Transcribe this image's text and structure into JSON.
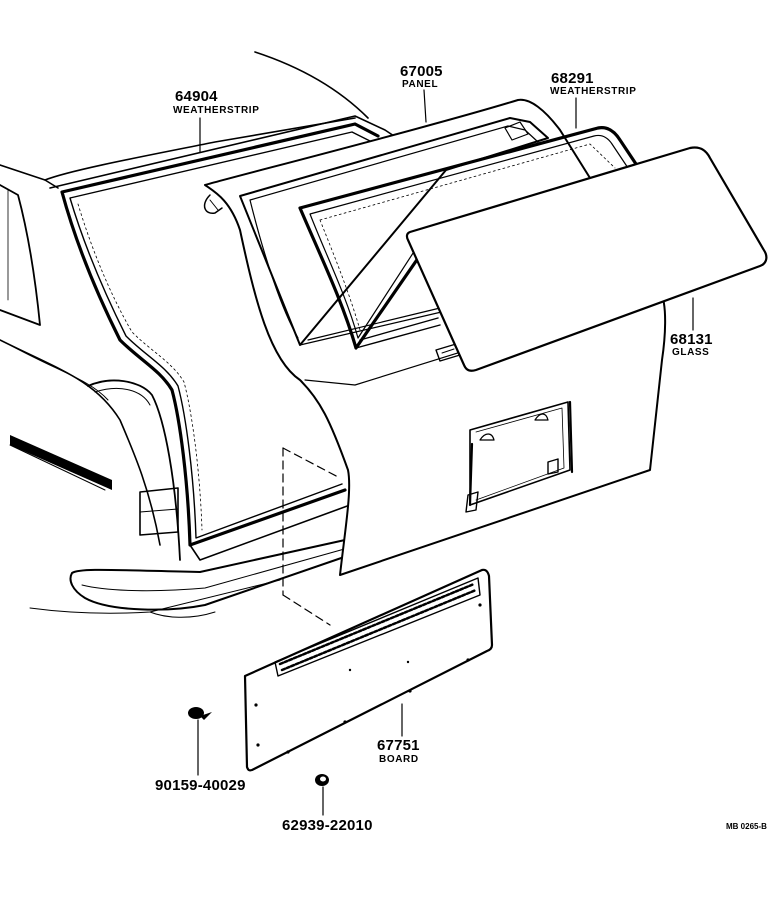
{
  "parts": [
    {
      "id": "p64904",
      "number": "64904",
      "name": "WEATHERSTRIP"
    },
    {
      "id": "p67005",
      "number": "67005",
      "name": "PANEL"
    },
    {
      "id": "p68291",
      "number": "68291",
      "name": "WEATHERSTRIP"
    },
    {
      "id": "p68131",
      "number": "68131",
      "name": "GLASS"
    },
    {
      "id": "p67751",
      "number": "67751",
      "name": "BOARD"
    },
    {
      "id": "p90159",
      "number": "90159-40029",
      "name": ""
    },
    {
      "id": "p62939",
      "number": "62939-22010",
      "name": ""
    }
  ],
  "diagram_code": "MB 0265-B"
}
